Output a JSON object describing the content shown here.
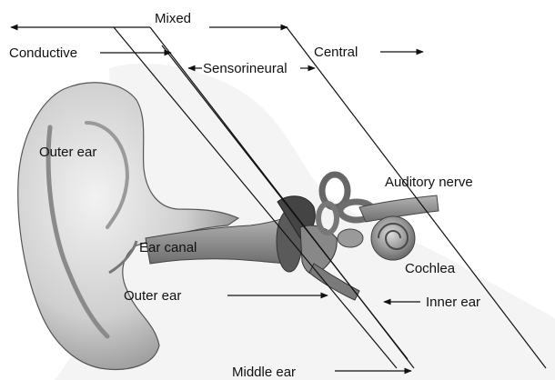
{
  "labels": {
    "mixed": "Mixed",
    "conductive": "Conductive",
    "sensorineural": "Sensorineural",
    "central": "Central",
    "outer_ear_top": "Outer ear",
    "ear_canal": "Ear canal",
    "outer_ear_bottom": "Outer ear",
    "auditory_nerve": "Auditory nerve",
    "cochlea": "Cochlea",
    "inner_ear": "Inner ear",
    "middle_ear": "Middle ear"
  },
  "colors": {
    "ink": "#111111",
    "skin_light": "#e6e6e6",
    "skin_mid": "#bdbdbd",
    "skin_dark": "#7a7a7a",
    "canal": "#8e8e8e",
    "inner": "#6f6f6f"
  }
}
